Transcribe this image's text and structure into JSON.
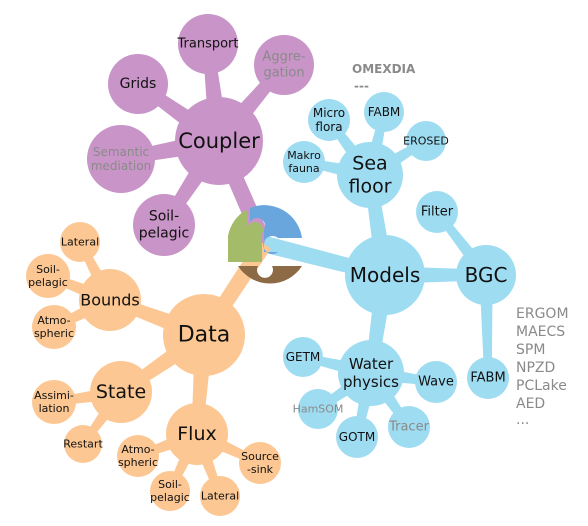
{
  "colors": {
    "coupler": "#c994c7",
    "models": "#9edcf2",
    "data": "#fcc792",
    "logo_green": "#a4bc6a",
    "logo_blue": "#6aa6de",
    "logo_brown": "#8c6a45"
  },
  "center": {
    "logo_icon": "puzzle-icon"
  },
  "coupler": {
    "label": "Coupler",
    "children": {
      "transport": "Transport",
      "grids": "Grids",
      "aggregation": [
        "Aggre-",
        "gation"
      ],
      "semantic_mediation": [
        "Semantic",
        "mediation"
      ],
      "soil_pelagic": [
        "Soil-",
        "pelagic"
      ]
    }
  },
  "models": {
    "label": "Models",
    "seafloor": {
      "label": [
        "Sea",
        "floor"
      ],
      "children": {
        "microflora": [
          "Micro",
          "flora"
        ],
        "fabm": "FABM",
        "erosed": "EROSED",
        "makrofauna": [
          "Makro",
          "fauna"
        ]
      },
      "extra_text": [
        "OMEXDIA",
        "---"
      ]
    },
    "bgc": {
      "label": "BGC",
      "children": {
        "filter": "Filter",
        "fabm": "FABM"
      },
      "extra_list": [
        "ERGOM",
        "MAECS",
        "SPM",
        "NPZD",
        "PCLake",
        "AED",
        "..."
      ]
    },
    "waterphysics": {
      "label": [
        "Water",
        "physics"
      ],
      "children": {
        "getm": "GETM",
        "wave": "Wave",
        "hamsom": "HamSOM",
        "gotm": "GOTM",
        "tracer": "Tracer"
      }
    }
  },
  "data": {
    "label": "Data",
    "bounds": {
      "label": "Bounds",
      "children": {
        "lateral": "Lateral",
        "soil_pelagic": [
          "Soil-",
          "pelagic"
        ],
        "atmospheric": [
          "Atmo-",
          "spheric"
        ]
      }
    },
    "state": {
      "label": "State",
      "children": {
        "assimilation": [
          "Assimi-",
          "lation"
        ],
        "restart": "Restart"
      }
    },
    "flux": {
      "label": "Flux",
      "children": {
        "atmospheric": [
          "Atmo-",
          "spheric"
        ],
        "soil_pelagic": [
          "Soil-",
          "pelagic"
        ],
        "lateral": "Lateral",
        "source_sink": [
          "Source",
          "-sink"
        ]
      }
    }
  }
}
